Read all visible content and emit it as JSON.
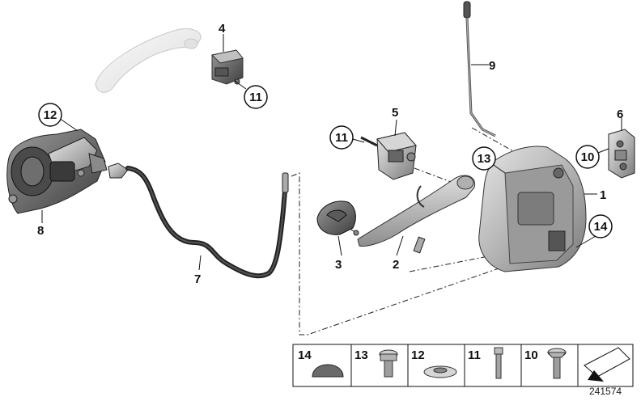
{
  "diagram_id": "241574",
  "callouts": {
    "c1": "1",
    "c2": "2",
    "c3": "3",
    "c4": "4",
    "c5": "5",
    "c6": "6",
    "c7": "7",
    "c8": "8",
    "c9": "9",
    "c10": "10",
    "c11a": "11",
    "c11b": "11",
    "c12": "12",
    "c13": "13",
    "c14": "14"
  },
  "legend": {
    "items": [
      "14",
      "13",
      "12",
      "11",
      "10"
    ]
  },
  "icons": {
    "legend_arrow": "pointing-arrow-icon"
  }
}
